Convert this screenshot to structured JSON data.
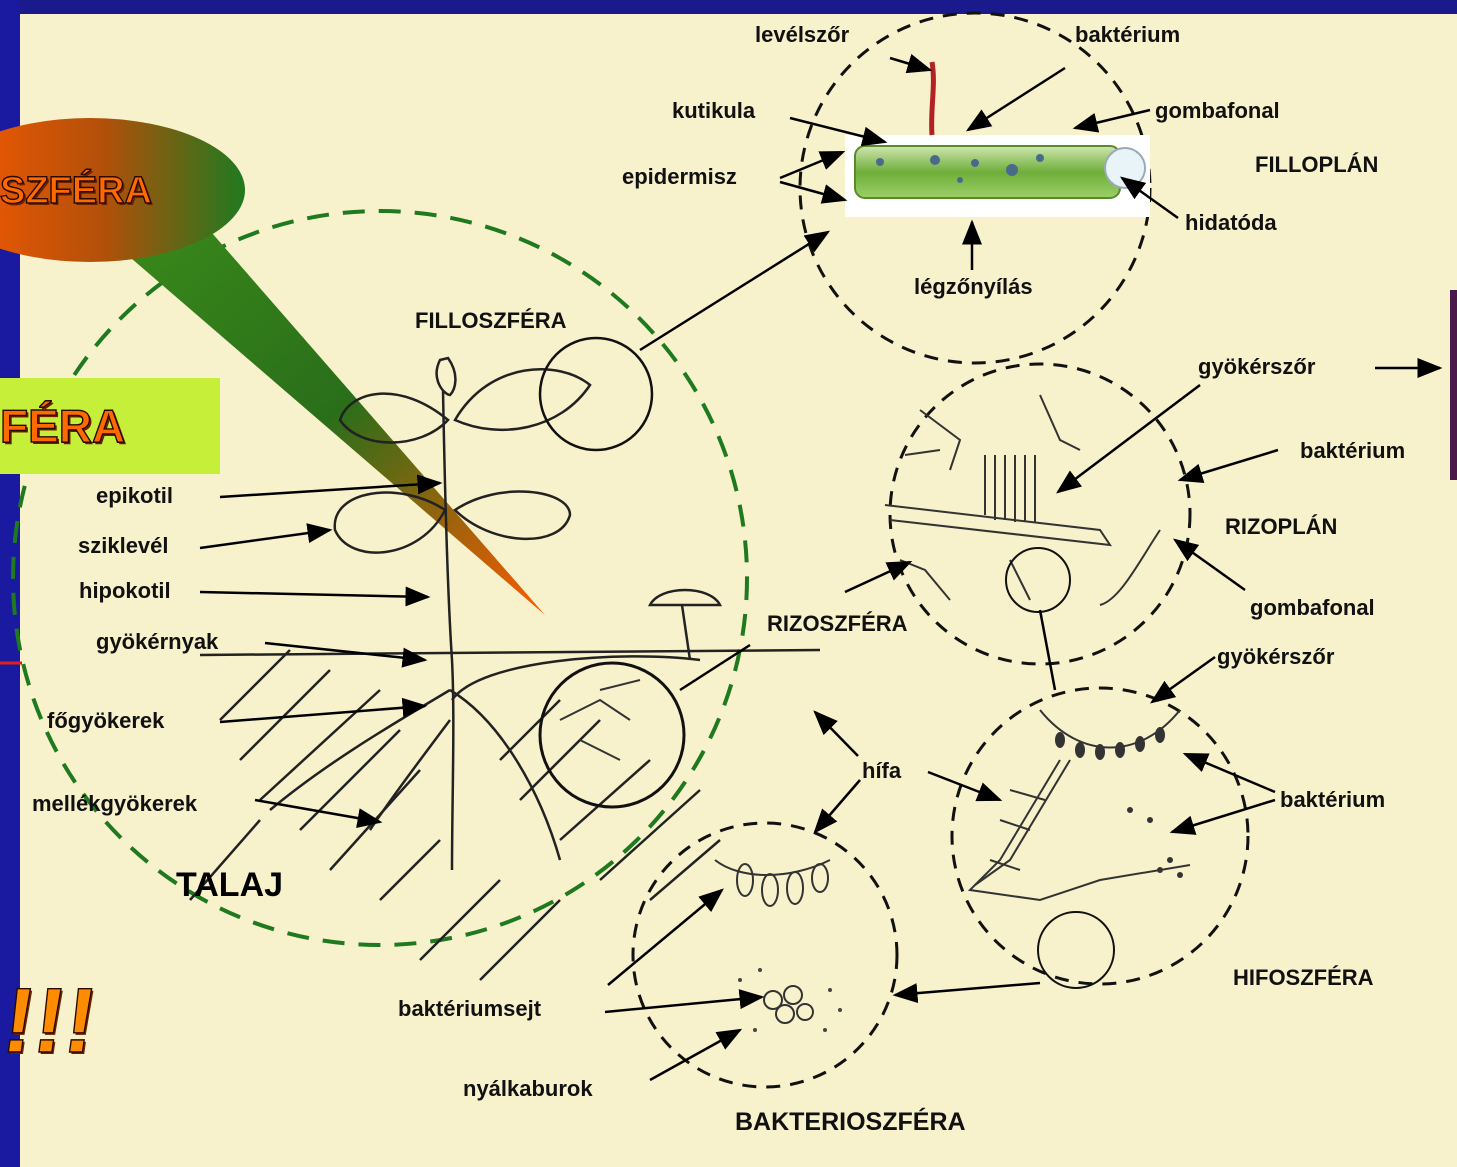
{
  "slide": {
    "background": "#f7f1cc",
    "frame_color": "#1a1a8c",
    "left_bar_color": "#1a1aa0"
  },
  "callouts": {
    "ellipse_text": "SZFÉRA",
    "box_text": "FÉRA",
    "exclaim_text": "!!!"
  },
  "labels": {
    "levelszor": "levélszőr",
    "bakterium_top": "baktérium",
    "kutikula": "kutikula",
    "gombafonal_top": "gombafonal",
    "epidermisz": "epidermisz",
    "filloplan": "FILLOPLÁN",
    "hidatoda": "hidatóda",
    "legzonyilas": "légzőnyílás",
    "filloszfera": "FILLOSZFÉRA",
    "gyokerszor_top": "gyökérszőr",
    "bakterium_mid": "baktérium",
    "rizoplan": "RIZOPLÁN",
    "gombafonal_mid": "gombafonal",
    "rizoszfera": "RIZOSZFÉRA",
    "gyokerszor_mid": "gyökérszőr",
    "epikotil": "epikotil",
    "sziklevel": "sziklevél",
    "hipokotil": "hipokotil",
    "gyokernyak": "gyökérnyak",
    "fogyokerek": "főgyökerek",
    "mellekgyokerek": "mellékgyökerek",
    "hifa": "hífa",
    "bakterium_low": "baktérium",
    "talaj": "TALAJ",
    "bakteriumsejt": "baktériumsejt",
    "hifoszfera": "HIFOSZFÉRA",
    "nyalkaburok": "nyálkaburok",
    "bakterioszfera": "BAKTERIOSZFÉRA"
  },
  "colors": {
    "dashed_circle_green": "#1f7a1f",
    "hair_red": "#b22222",
    "epidermis_green": "#7ab84a",
    "box_yellow_green": "#c6ef3a",
    "side_box_purple": "#4a1a4a"
  }
}
